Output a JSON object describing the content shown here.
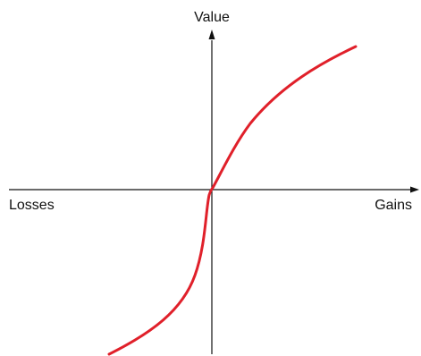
{
  "labels": {
    "vertical_axis": "Value",
    "left_axis": "Losses",
    "right_axis": "Gains"
  },
  "colors": {
    "axis": "#111111",
    "curve": "#e0202a"
  }
}
